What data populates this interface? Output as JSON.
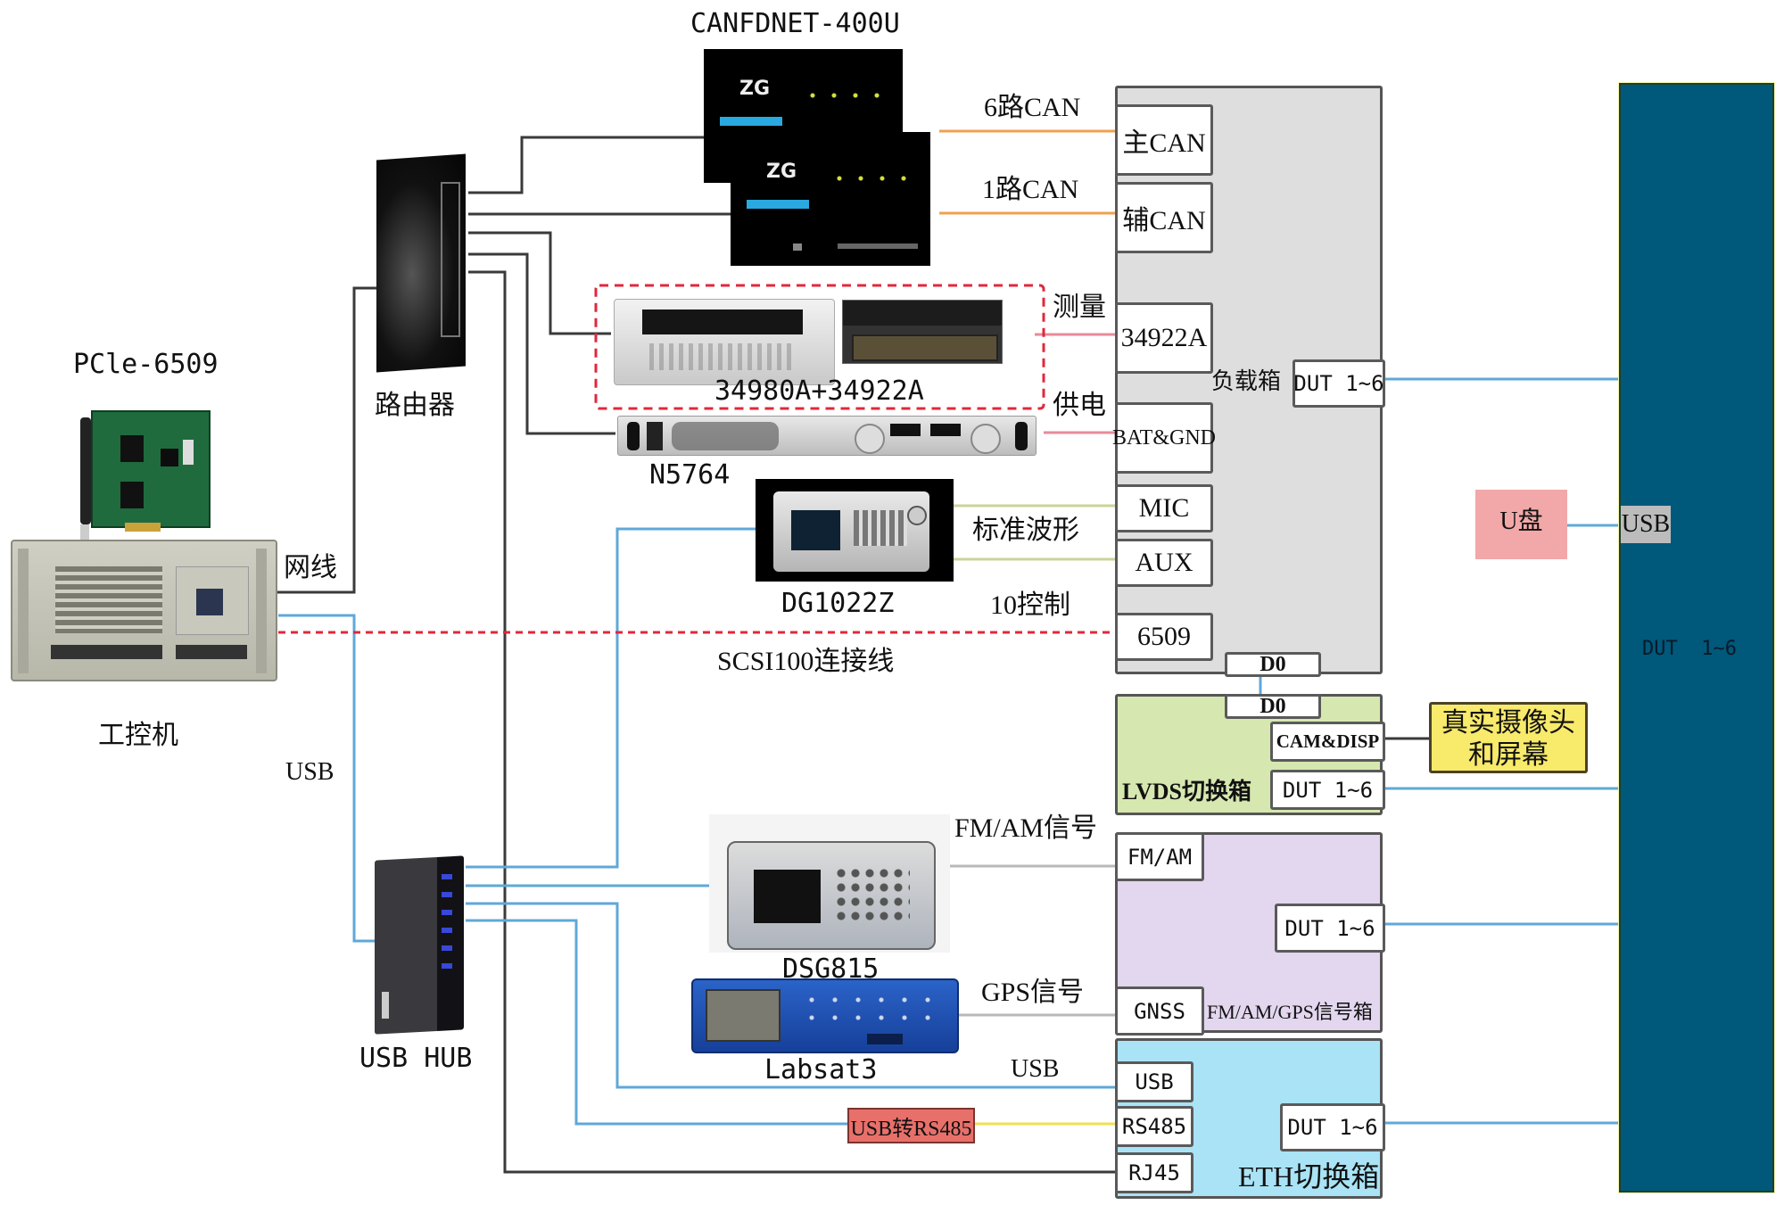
{
  "colors": {
    "ethernet": "#3a3a3a",
    "usb": "#5fa8d8",
    "scsi": "#e0283c",
    "can": "#f0a050",
    "measure": "#e88a9a",
    "waveform": "#c8d49a",
    "rs485": "#f0e050",
    "load_box": "#dedede",
    "lvds_box": "#d6e8b0",
    "signal_box": "#e3d6ef",
    "eth_box": "#a9e3f5",
    "dut_bar": "#00587a",
    "usb_disk": "#f2a8a8",
    "camera": "#f8ea6a",
    "rs485_converter": "#e8706a"
  },
  "devices": {
    "canfdnet": "CANFDNET-400U",
    "pcie": "PCle-6509",
    "router": "路由器",
    "ipc": "工控机",
    "daq_group": "34980A+34922A",
    "power": "N5764",
    "awg": "DG1022Z",
    "usb_hub": "USB HUB",
    "sig_gen": "DSG815",
    "gnss_sim": "Labsat3",
    "rs485_conv": "USB转RS485",
    "usb_disk": "U盘",
    "camera": "真实摄像头\n和屏幕",
    "camera_line1": "真实摄像头",
    "camera_line2": "和屏幕"
  },
  "links": {
    "net_cable": "网线",
    "usb": "USB",
    "scsi": "SCSI100连接线",
    "can6": "6路CAN",
    "can1": "1路CAN",
    "measure": "测量",
    "power": "供电",
    "waveform": "标准波形",
    "io_ctrl": "10控制",
    "fmam": "FM/AM信号",
    "gps": "GPS信号",
    "usb2": "USB"
  },
  "load_box": {
    "title": "负载箱",
    "ports": [
      "主CAN",
      "辅CAN",
      "34922A",
      "BAT&GND",
      "MIC",
      "AUX",
      "6509"
    ],
    "dut": "DUT  1~6",
    "d0": "D0"
  },
  "lvds_box": {
    "title": "LVDS切换箱",
    "d0": "D0",
    "cam": "CAM&DISP",
    "dut": "DUT  1~6"
  },
  "signal_box": {
    "title": "FM/AM/GPS信号箱",
    "fmam": "FM/AM",
    "gnss": "GNSS",
    "dut": "DUT  1~6"
  },
  "eth_box": {
    "title": "ETH切换箱",
    "ports": [
      "USB",
      "RS485",
      "RJ45"
    ],
    "dut": "DUT  1~6"
  },
  "dut_bar": {
    "label": "DUT  1~6",
    "usb": "USB"
  }
}
